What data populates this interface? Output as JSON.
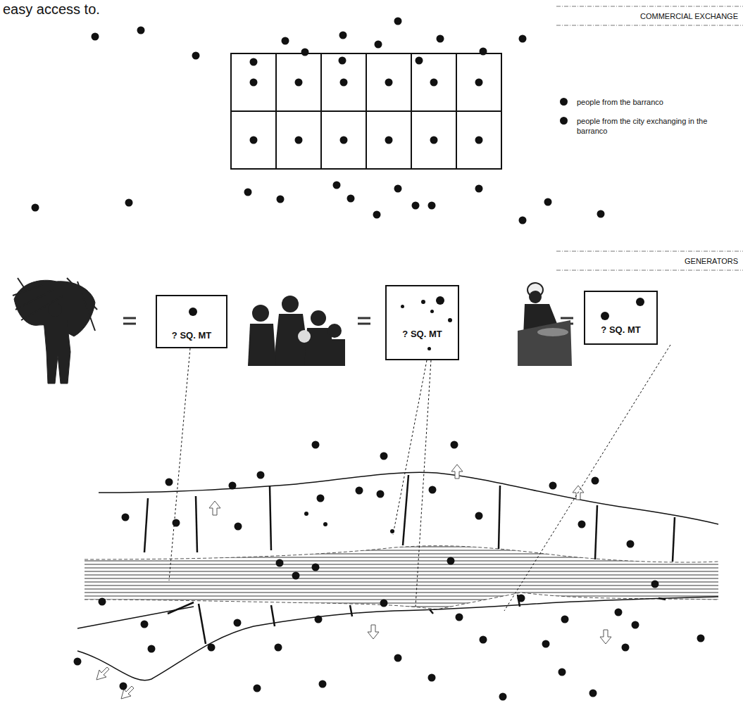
{
  "diagram": {
    "nodes": [
      {
        "text": [
          "? SQ. MT"
        ]
      },
      {
        "text": [
          "? SQ. MT"
        ]
      },
      {
        "text": [
          "? SQ. MT"
        ]
      }
    ],
    "labels": [
      "easy access to.",
      "COMMERCIAL EXCHANGE",
      "GENERATORS"
    ],
    "legend": [
      {
        "text": "people from the barranco",
        "color": "#111111"
      },
      {
        "text": "people from the city exchanging in the barranco",
        "color": "#111111"
      }
    ]
  }
}
